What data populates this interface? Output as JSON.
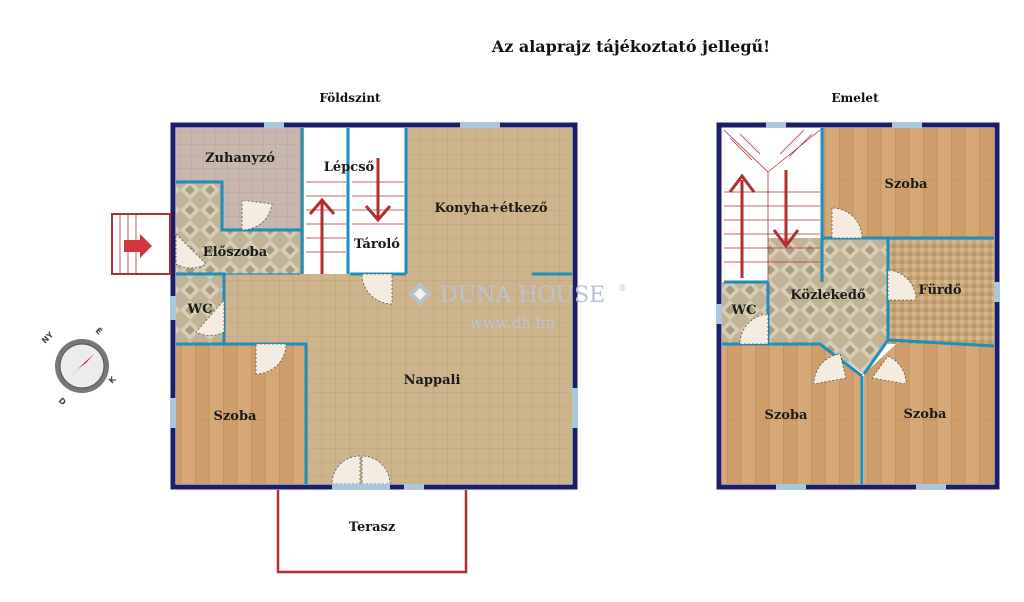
{
  "notice": "Az alaprajz tájékoztató jellegű!",
  "ground_floor": {
    "title": "Földszint",
    "rooms": {
      "shower": "Zuhanyzó",
      "stairs": "Lépcső",
      "kitchen": "Konyha+étkező",
      "hall": "Előszoba",
      "storage": "Tároló",
      "wc": "WC",
      "living": "Nappali",
      "room": "Szoba",
      "terrace": "Terasz"
    }
  },
  "upper_floor": {
    "title": "Emelet",
    "rooms": {
      "room_ne": "Szoba",
      "corridor": "Közlekedő",
      "bath": "Fürdő",
      "wc": "WC",
      "room_sw": "Szoba",
      "room_se": "Szoba"
    }
  },
  "watermark": {
    "brand": "DUNA HOUSE",
    "trademark": "®",
    "url": "www.dh.hu"
  },
  "compass": {
    "labels": [
      "NY",
      "É",
      "K",
      "D"
    ]
  },
  "colors": {
    "outer_wall": "#1c1f66",
    "inner_wall": "#1e8fb8",
    "arrow": "#b03030",
    "wood": "#d4a574",
    "tile": "#c9b48f",
    "window": "#aac7dc"
  }
}
